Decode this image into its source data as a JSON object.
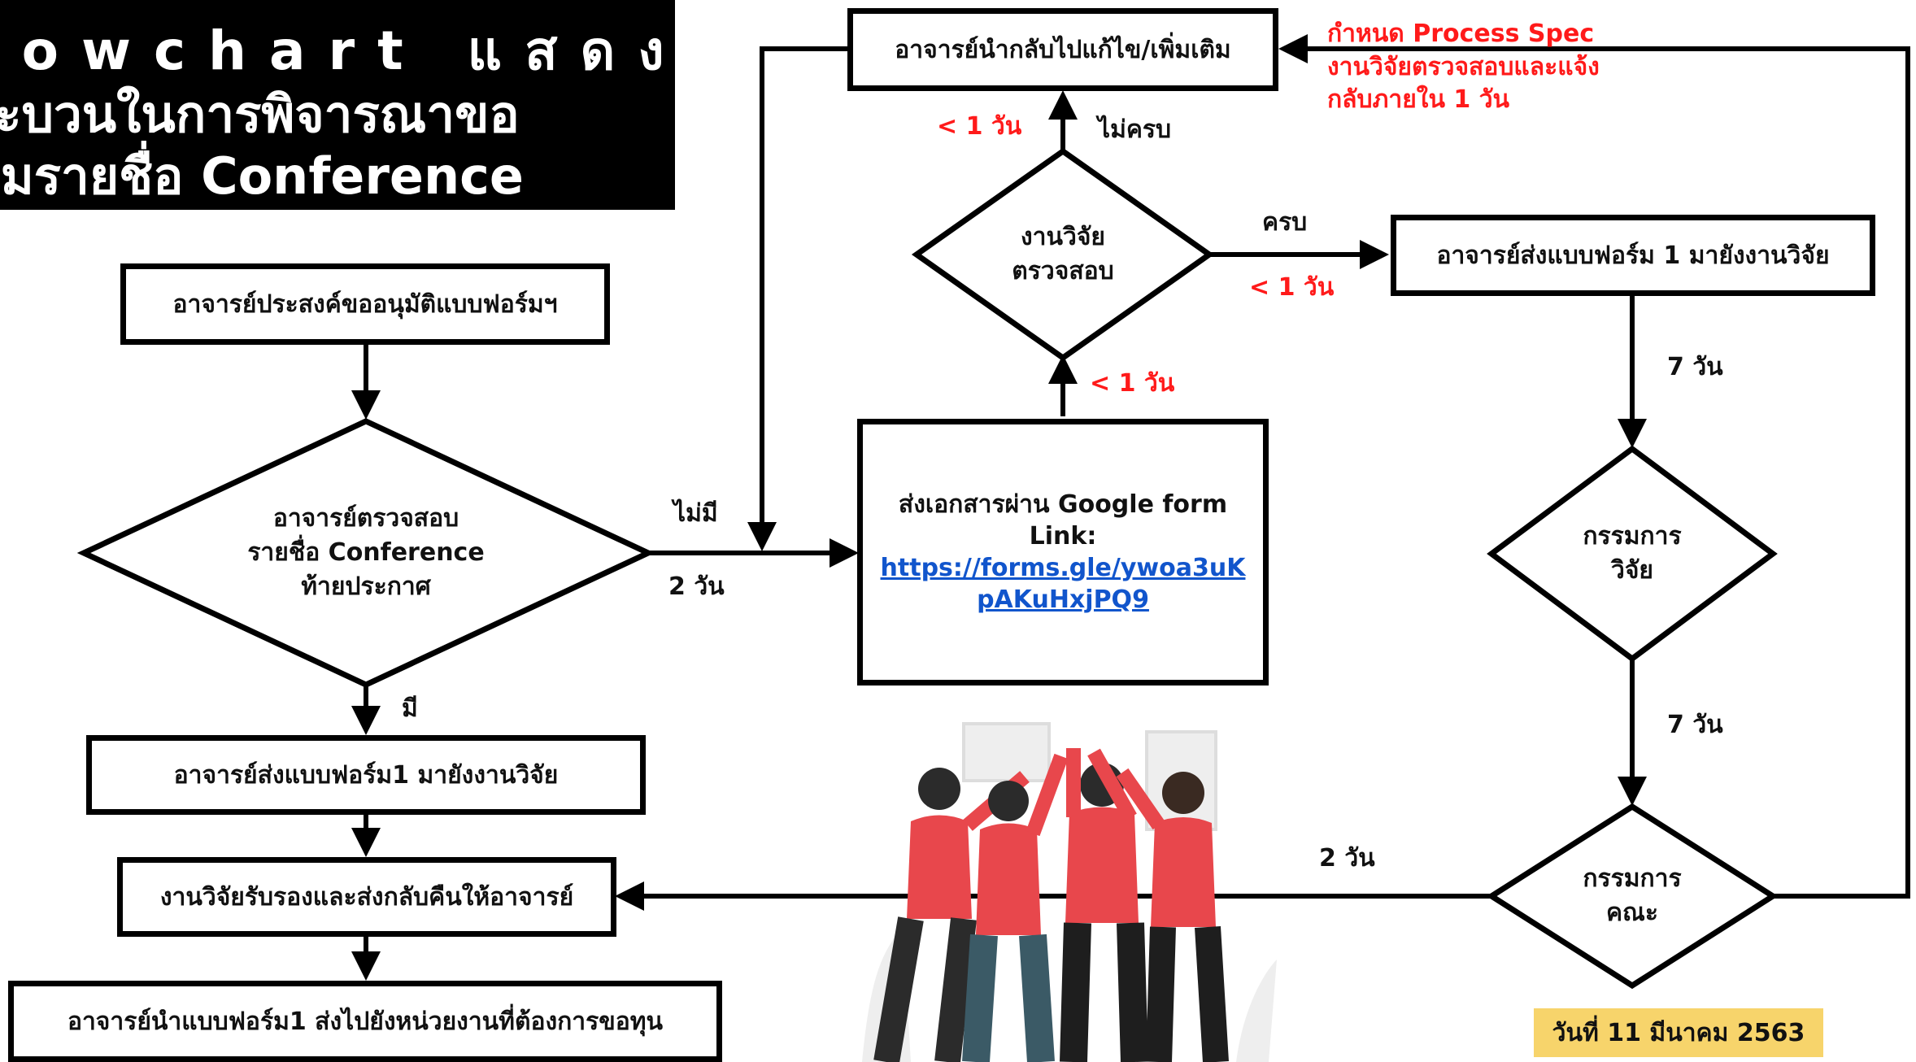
{
  "title": {
    "line1": "lowchart แสดง",
    "line2": "ระบวนในการพิจารณาขอ",
    "line3": "พิ่มรายชื่อ Conference"
  },
  "nodes": {
    "start": "อาจารย์ประสงค์ขออนุมัติแบบฟอร์มฯ",
    "check_conference": [
      "อาจารย์ตรวจสอบ",
      "รายชื่อ Conference",
      "ท้ายประกาศ"
    ],
    "send_form1_left": "อาจารย์ส่งแบบฟอร์ม1 มายังงานวิจัย",
    "certify_return": "งานวิจัยรับรองและส่งกลับคืนให้อาจารย์",
    "take_to_unit": "อาจารย์นำแบบฟอร์ม1 ส่งไปยังหน่วยงานที่ต้องการขอทุน",
    "google_form": {
      "line1": "ส่งเอกสารผ่าน Google form",
      "line2": "Link:",
      "link_line1": "https://forms.gle/ywoa3uK",
      "link_line2": "pAKuHxjPQ9"
    },
    "research_check": [
      "งานวิจัย",
      "ตรวจสอบ"
    ],
    "revise": "อาจารย์นำกลับไปแก้ไข/เพิ่มเติม",
    "send_form1_right": "อาจารย์ส่งแบบฟอร์ม 1 มายังงานวิจัย",
    "research_committee": [
      "กรรมการ",
      "วิจัย"
    ],
    "faculty_committee": [
      "กรรมการ",
      "คณะ"
    ]
  },
  "labels": {
    "no": "ไม่มี",
    "yes": "มี",
    "two_days_a": "2 วัน",
    "two_days_b": "2 วัน",
    "lt1_a": "< 1 วัน",
    "lt1_b": "< 1 วัน",
    "lt1_c": "< 1 วัน",
    "incomplete": "ไม่ครบ",
    "complete": "ครบ",
    "seven_days_a": "7 วัน",
    "seven_days_b": "7 วัน"
  },
  "spec_note": [
    "กำหนด Process Spec",
    "งานวิจัยตรวจสอบและแจ้ง",
    "กลับภายใน 1 วัน"
  ],
  "date": "วันที่ 11 มีนาคม 2563",
  "colors": {
    "accent_red": "#ff1a1a",
    "link_blue": "#1155cc",
    "date_bg": "#f7d46b",
    "shirt_red": "#e8474c"
  }
}
